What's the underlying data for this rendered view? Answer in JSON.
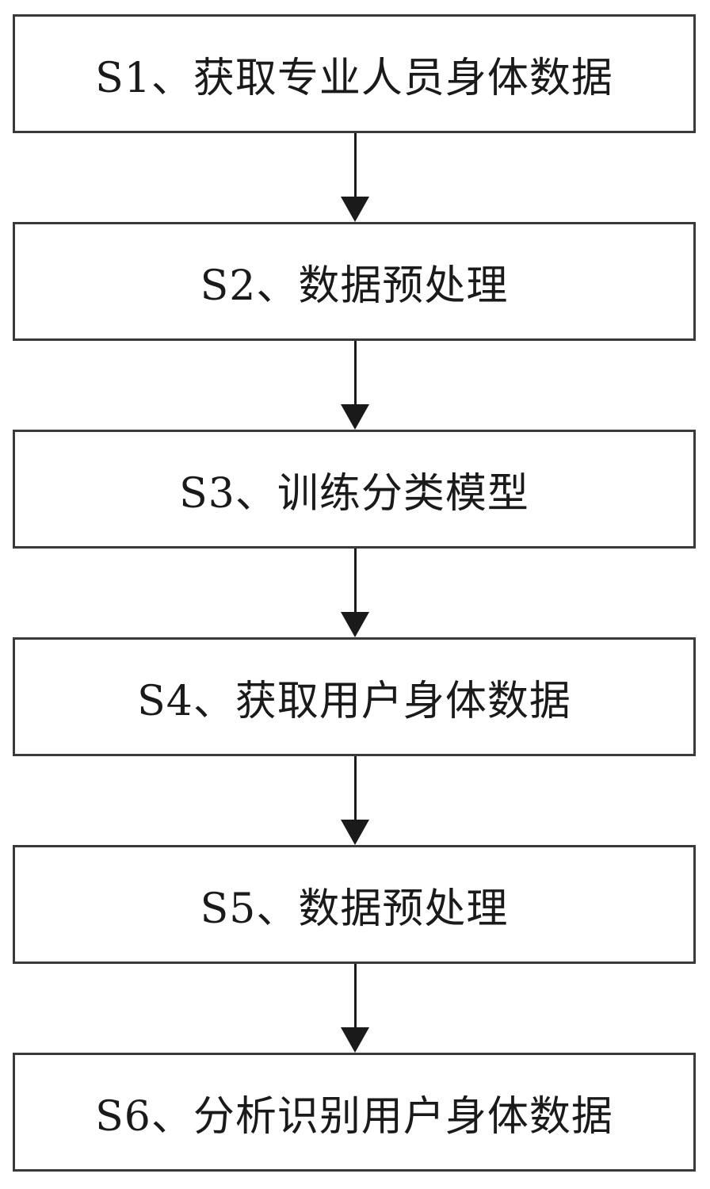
{
  "steps": [
    {
      "id": "S1",
      "label": "S1、获取专业人员身体数据"
    },
    {
      "id": "S2",
      "label": "S2、数据预处理"
    },
    {
      "id": "S3",
      "label": "S3、训练分类模型"
    },
    {
      "id": "S4",
      "label": "S4、获取用户身体数据"
    },
    {
      "id": "S5",
      "label": "S5、数据预处理"
    },
    {
      "id": "S6",
      "label": "S6、分析识别用户身体数据"
    }
  ],
  "colors": {
    "border": "#3a3a3a",
    "text": "#1a1a1a",
    "arrow": "#1a1a1a",
    "background": "#ffffff"
  }
}
